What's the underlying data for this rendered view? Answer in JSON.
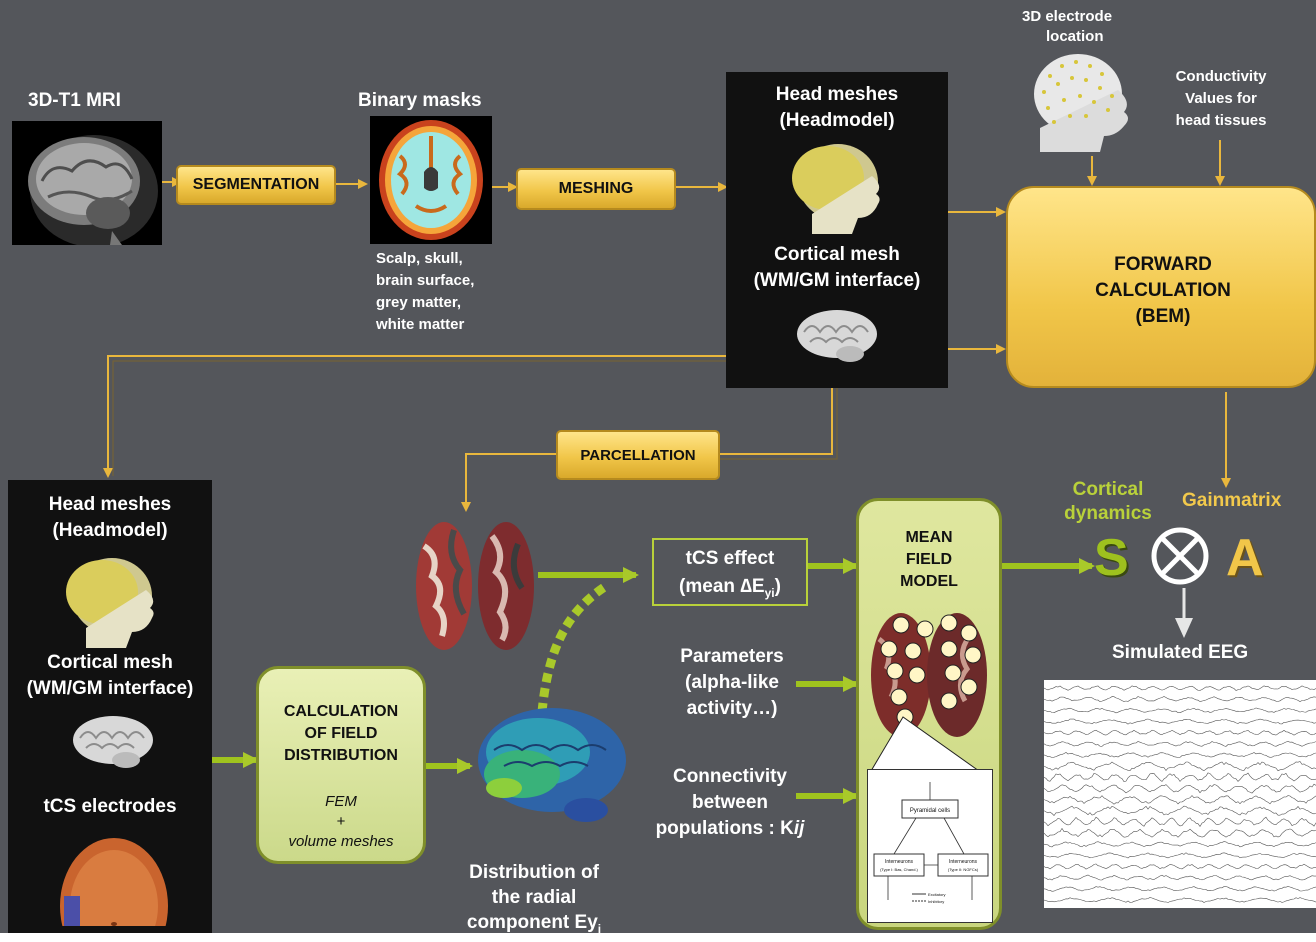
{
  "mri": {
    "title": "3D-T1 MRI"
  },
  "masks": {
    "title": "Binary masks",
    "caption": [
      "Scalp, skull,",
      "brain surface,",
      "grey matter,",
      "white matter"
    ]
  },
  "steps": {
    "segmentation": "SEGMENTATION",
    "meshing": "MESHING",
    "parcellation": "PARCELLATION"
  },
  "head_panel_top": {
    "title_line1": "Head meshes",
    "title_line2": "(Headmodel)",
    "cortical_line1": "Cortical mesh",
    "cortical_line2": "(WM/GM interface)"
  },
  "electrode": {
    "label_line1": "3D electrode",
    "label_line2": "location"
  },
  "conductivity": [
    "Conductivity",
    "Values for",
    "head tissues"
  ],
  "forward": [
    "FORWARD",
    "CALCULATION",
    "(BEM)"
  ],
  "head_panel_left": {
    "title_line1": "Head meshes",
    "title_line2": "(Headmodel)",
    "cortical_line1": "Cortical mesh",
    "cortical_line2": "(WM/GM interface)",
    "tcs": "tCS electrodes"
  },
  "field_calc": {
    "title": [
      "CALCULATION",
      "OF FIELD",
      "DISTRIBUTION"
    ],
    "fem": "FEM",
    "plus": "+",
    "volume": "volume meshes"
  },
  "distribution": {
    "line1": "Distribution of",
    "line2": "the radial",
    "line3": "component Ey",
    "sub": "i"
  },
  "tcs_effect": {
    "line1": "tCS effect",
    "line2_prefix": "(mean ",
    "line2_symbol": "∆E",
    "line2_sub": "yi",
    "line2_suffix": ")"
  },
  "parameters": [
    "Parameters",
    "(alpha-like",
    "activity…)"
  ],
  "connectivity": {
    "line1": "Connectivity",
    "line2": "between",
    "line3_prefix": "populations : K",
    "line3_italic": "ij"
  },
  "mean_field": [
    "MEAN",
    "FIELD",
    "MODEL"
  ],
  "cortical_dynamics": [
    "Cortical",
    "dynamics"
  ],
  "gainmatrix": "Gainmatrix",
  "symbol_s": "S",
  "symbol_a": "A",
  "simulated_eeg": "Simulated EEG",
  "inset": {
    "pyramidal": "Pyramidal cells",
    "inter1_line1": "Interneurons",
    "inter1_line2": "(Type I: Bas, Chand.)",
    "inter2_line1": "Interneurons",
    "inter2_line2": "(Type II: NGFCs)",
    "excitatory": "Excitatory",
    "inhibitory": "Inhibitory"
  },
  "colors": {
    "background": "#54565b",
    "yellow_box": "#f1c649",
    "green_arrow": "#9fc31e",
    "gold_arrow": "#c79a2a",
    "green_box": "#d6e19a"
  }
}
